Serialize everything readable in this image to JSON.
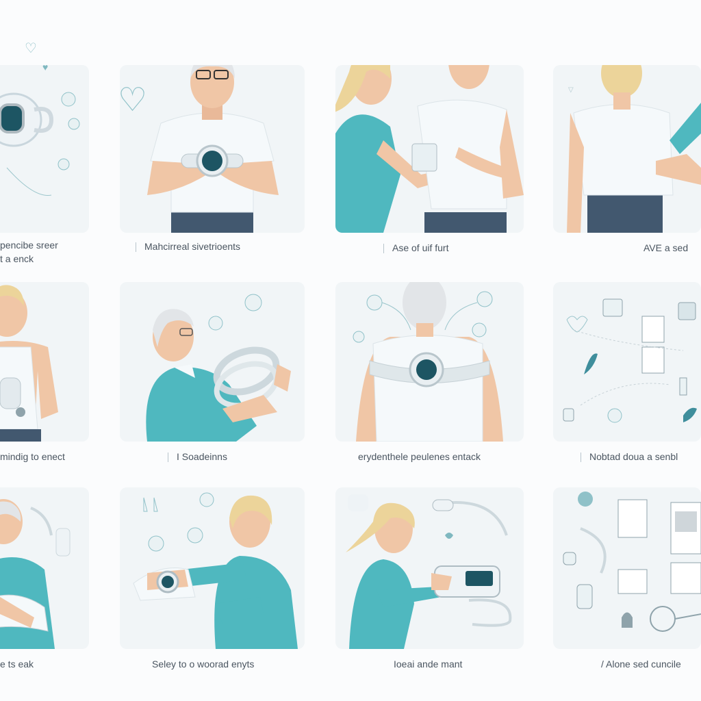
{
  "captions": [
    {
      "line1": "pencibe sreer",
      "line2": "t a enck"
    },
    {
      "line1": "Mahcirreal sivetrioents"
    },
    {
      "line1": "Ase of uif furt"
    },
    {
      "line1": "AVE a sed"
    },
    {
      "line1": "mindig to enect"
    },
    {
      "line1": "I Soadeinns"
    },
    {
      "line1": "erydenthele peulenes entack"
    },
    {
      "line1": "Nobtad doua a senbl"
    },
    {
      "line1": "e ts eak"
    },
    {
      "line1": "Seley to o woorad enyts"
    },
    {
      "line1": "Ioeai ande mant"
    },
    {
      "line1": "/ Alone sed cuncile"
    }
  ],
  "colors": {
    "teal": "#4fb8bf",
    "skin": "#f0c6a6",
    "shirt": "#f5f9fb",
    "jeans": "#42586f",
    "screen": "#1d5563",
    "panel": "#f1f5f7"
  }
}
